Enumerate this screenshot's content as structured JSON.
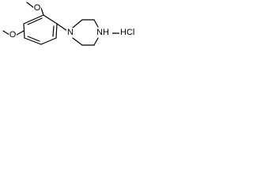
{
  "molecule": {
    "labels": {
      "o_top": "O",
      "o_left": "O",
      "n_left": "N",
      "nh_right": "NH",
      "hcl": "HCl"
    }
  }
}
